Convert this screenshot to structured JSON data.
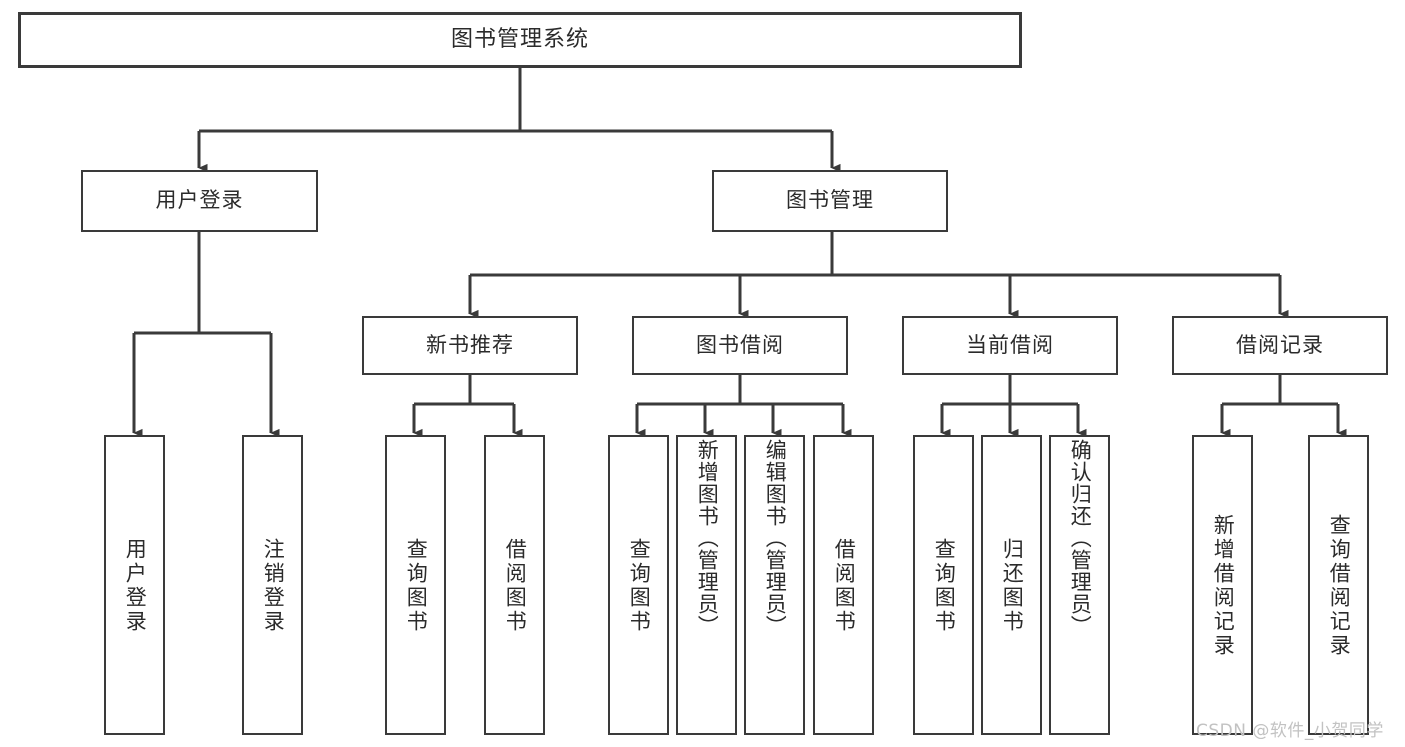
{
  "diagram": {
    "title": "图书管理系统",
    "type": "tree-structure-chart",
    "stroke_color": "#3a3a3a",
    "background_color": "#ffffff",
    "text_color": "#2b2b2b"
  },
  "nodes": {
    "root": {
      "label": "图书管理系统"
    },
    "level2": [
      {
        "id": "user-login",
        "label": "用户登录"
      },
      {
        "id": "book-manage",
        "label": "图书管理"
      }
    ],
    "level3": [
      {
        "id": "new-book-recommend",
        "label": "新书推荐"
      },
      {
        "id": "book-borrow",
        "label": "图书借阅"
      },
      {
        "id": "current-borrow",
        "label": "当前借阅"
      },
      {
        "id": "borrow-record",
        "label": "借阅记录"
      }
    ],
    "leaves": [
      {
        "id": "leaf-user-login",
        "label": "用户登录",
        "parent": "user-login"
      },
      {
        "id": "leaf-logout",
        "label": "注销登录",
        "parent": "user-login"
      },
      {
        "id": "leaf-query-book-1",
        "label": "查询图书",
        "parent": "new-book-recommend"
      },
      {
        "id": "leaf-borrow-book-1",
        "label": "借阅图书",
        "parent": "new-book-recommend"
      },
      {
        "id": "leaf-query-book-2",
        "label": "查询图书",
        "parent": "book-borrow"
      },
      {
        "id": "leaf-add-book",
        "label": "新增图书（管理员）",
        "parent": "book-borrow"
      },
      {
        "id": "leaf-edit-book",
        "label": "编辑图书（管理员）",
        "parent": "book-borrow"
      },
      {
        "id": "leaf-borrow-book-2",
        "label": "借阅图书",
        "parent": "book-borrow"
      },
      {
        "id": "leaf-query-book-3",
        "label": "查询图书",
        "parent": "current-borrow"
      },
      {
        "id": "leaf-return-book",
        "label": "归还图书",
        "parent": "current-borrow"
      },
      {
        "id": "leaf-confirm-return",
        "label": "确认归还（管理员）",
        "parent": "current-borrow"
      },
      {
        "id": "leaf-add-record",
        "label": "新增借阅记录",
        "parent": "borrow-record"
      },
      {
        "id": "leaf-query-record",
        "label": "查询借阅记录",
        "parent": "borrow-record"
      }
    ]
  },
  "watermark": {
    "text": "CSDN @软件_小贺同学"
  }
}
